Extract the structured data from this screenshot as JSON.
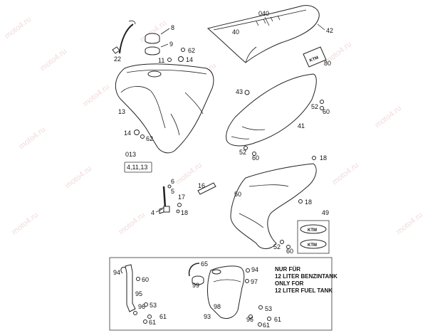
{
  "watermark": "moto4.ru",
  "callouts": {
    "c_040": "040",
    "c_40": "40",
    "c_42": "42",
    "c_80": "80",
    "c_8": "8",
    "c_9": "9",
    "c_22": "22",
    "c_11": "11",
    "c_62a": "62",
    "c_14a": "14",
    "c_13": "13",
    "c_43": "43",
    "c_52a": "52",
    "c_60a": "60",
    "c_41": "41",
    "c_14b": "14",
    "c_62b": "62",
    "c_52b": "52",
    "c_60b": "60",
    "c_013": "013",
    "c_kit": "4,11,13",
    "c_18a": "18",
    "c_6": "6",
    "c_5": "5",
    "c_16": "16",
    "c_17": "17",
    "c_4": "4",
    "c_18b": "18",
    "c_50": "50",
    "c_18c": "18",
    "c_49": "49",
    "c_52c": "52",
    "c_60c": "60",
    "c_94a": "94",
    "c_60d": "60",
    "c_95": "95",
    "c_53a": "53",
    "c_96a": "96",
    "c_61a": "61",
    "c_61b": "61",
    "c_65": "65",
    "c_99": "99",
    "c_94b": "94",
    "c_97": "97",
    "c_98": "98",
    "c_93": "93",
    "c_53b": "53",
    "c_96b": "96",
    "c_61c": "61",
    "c_61d": "61"
  },
  "note": {
    "line1": "NUR FÜR",
    "line2": "12 LITER BENZINTANK",
    "line3": "ONLY FOR",
    "line4": "12 LITER FUEL TANK"
  },
  "logo_text": "KTM"
}
